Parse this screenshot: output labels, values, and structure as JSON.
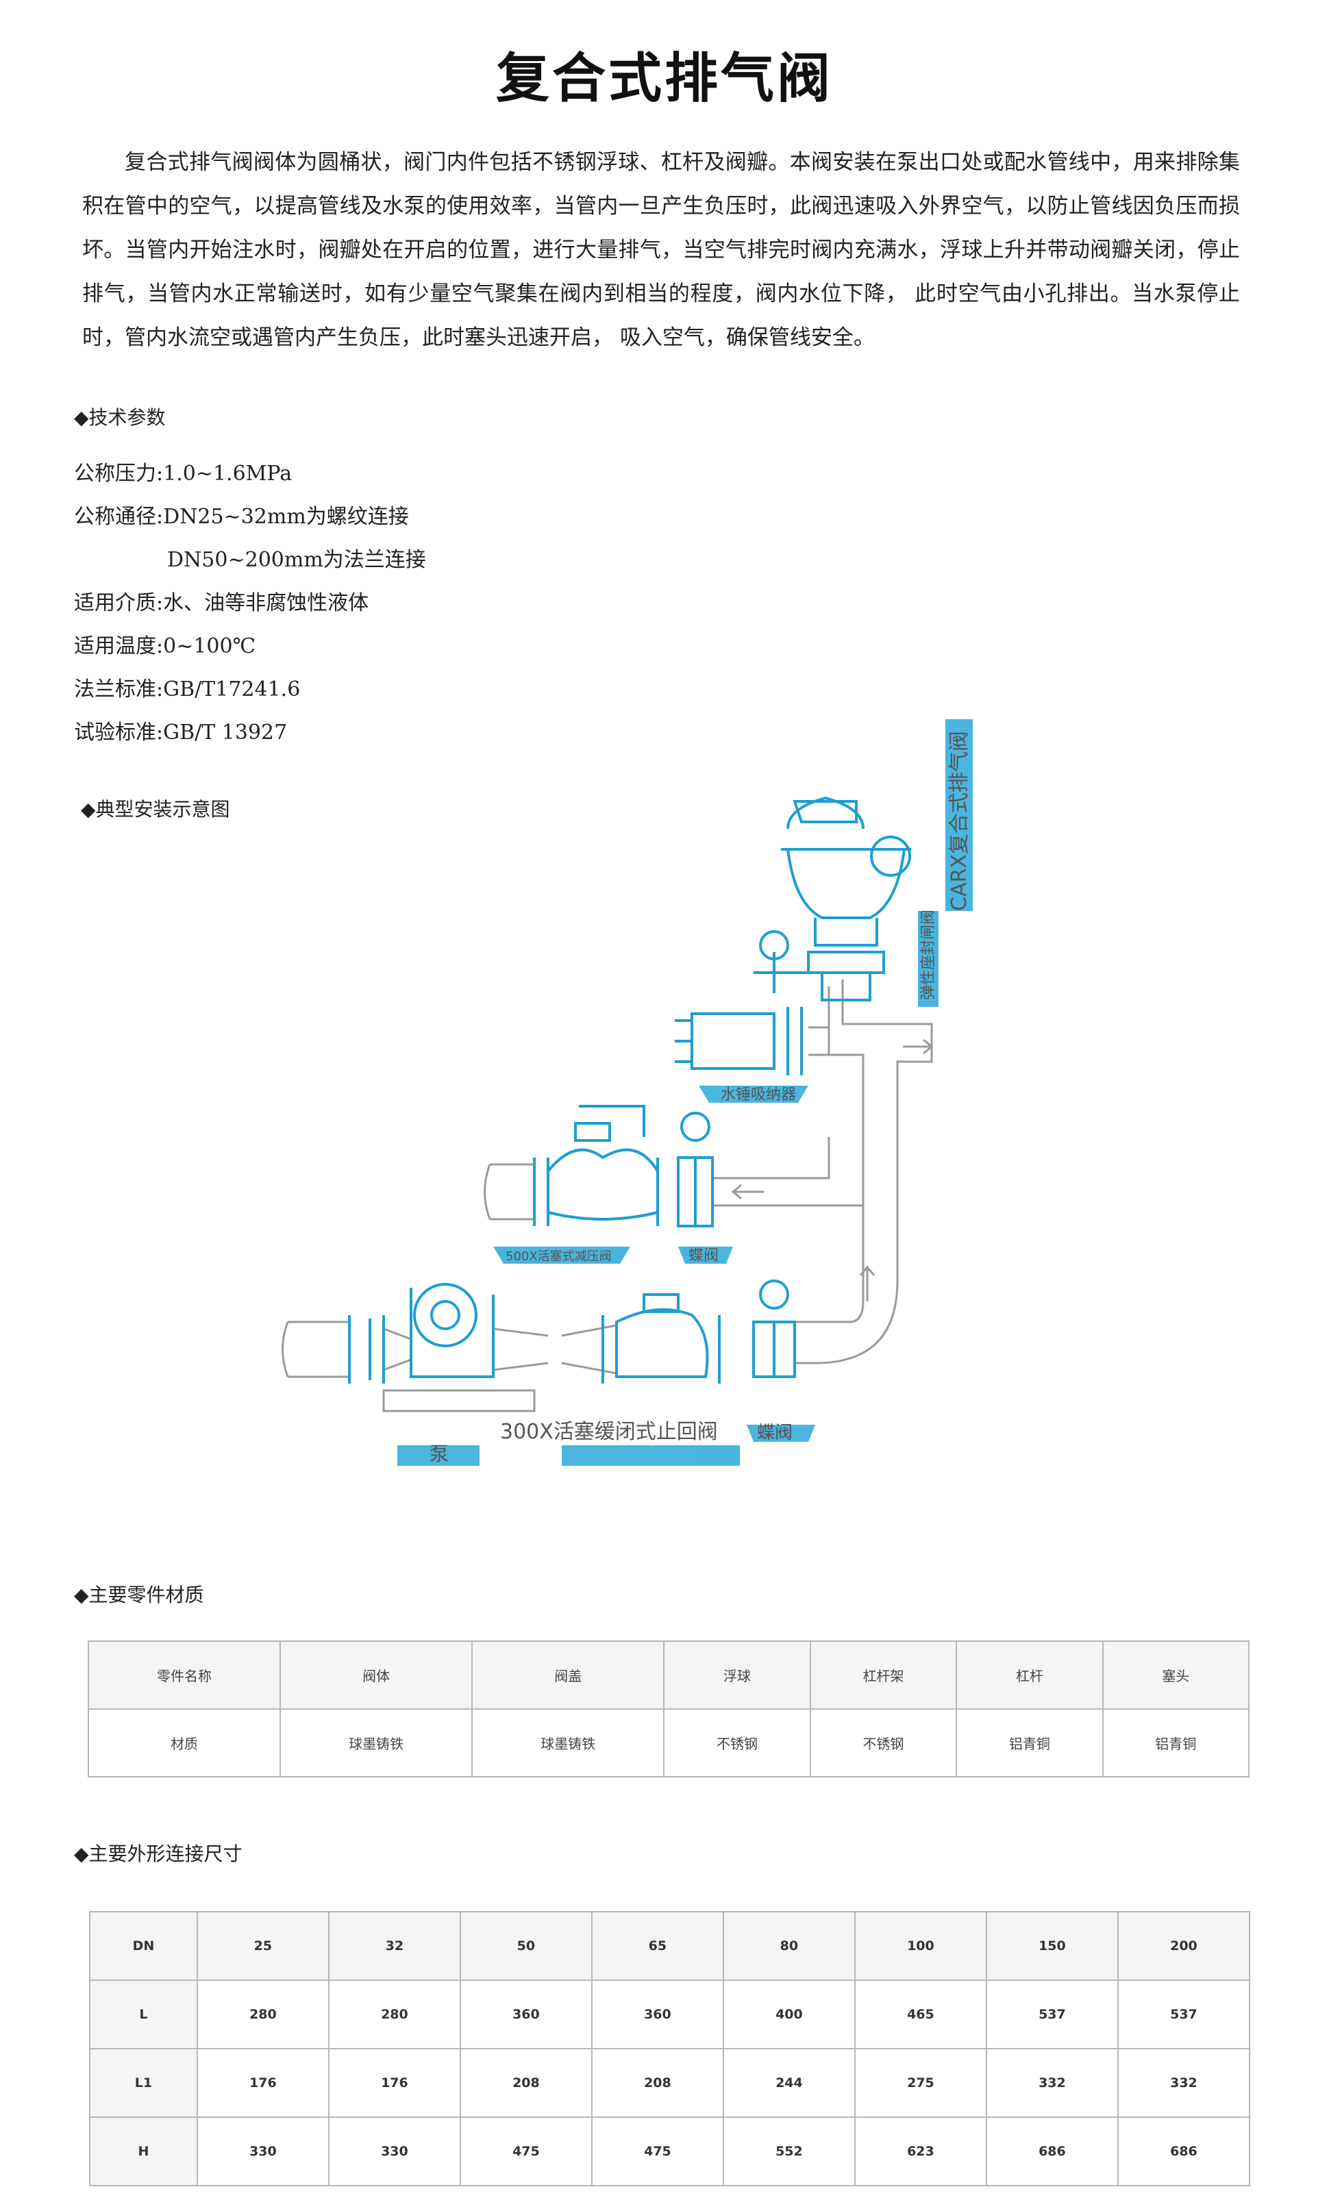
{
  "title": "复合式排气阀",
  "intro": "复合式排气阀阀体为圆桶状，阀门内件包括不锈钢浮球、杠杆及阀瓣。本阀安装在泵出口处或配水管线中，用来排除集积在管中的空气，以提高管线及水泵的使用效率，当管内一旦产生负压时，此阀迅速吸入外界空气，以防止管线因负压而损坏。当管内开始注水时，阀瓣处在开启的位置，进行大量排气，当空气排完时阀内充满水，浮球上升并带动阀瓣关闭，停止排气，当管内水正常输送时，如有少量空气聚集在阀内到相当的程度，阀内水位下降， 此时空气由小孔排出。当水泵停止时，管内水流空或遇管内产生负压，此时塞头迅速开启， 吸入空气，确保管线安全。",
  "sections": {
    "tech": "◆技术参数",
    "install": "◆典型安装示意图",
    "parts": "◆主要零件材质",
    "dims": "◆主要外形连接尺寸"
  },
  "params": [
    "公称压力:1.0~1.6MPa",
    "公称通径:DN25~32mm为螺纹连接",
    "DN50~200mm为法兰连接",
    "适用介质:水、油等非腐蚀性液体",
    "适用温度:0~100℃",
    "法兰标准:GB/T17241.6",
    "试验标准:GB/T 13927"
  ],
  "diagram": {
    "carx": "CARX复合式排气阀",
    "gate": "弹性座封闸阀",
    "hammer": "水锤吸纳器",
    "reducing": "500X活塞式减压阀",
    "butterfly1": "蝶阀",
    "pump": "泵",
    "check": "300X活塞缓闭式止回阀",
    "butterfly2": "蝶阀",
    "colors": {
      "line": "#1e9fcf",
      "fill": "#2aa8d8",
      "pipe": "#9a9a9a"
    }
  },
  "parts_table": {
    "header": [
      "零件名称",
      "阀体",
      "阀盖",
      "浮球",
      "杠杆架",
      "杠杆",
      "塞头"
    ],
    "row": [
      "材质",
      "球墨铸铁",
      "球墨铸铁",
      "不锈钢",
      "不锈钢",
      "铝青铜",
      "铝青铜"
    ]
  },
  "dims_table": {
    "rows": [
      [
        "DN",
        "25",
        "32",
        "50",
        "65",
        "80",
        "100",
        "150",
        "200"
      ],
      [
        "L",
        "280",
        "280",
        "360",
        "360",
        "400",
        "465",
        "537",
        "537"
      ],
      [
        "L1",
        "176",
        "176",
        "208",
        "208",
        "244",
        "275",
        "332",
        "332"
      ],
      [
        "H",
        "330",
        "330",
        "475",
        "475",
        "552",
        "623",
        "686",
        "686"
      ]
    ]
  }
}
